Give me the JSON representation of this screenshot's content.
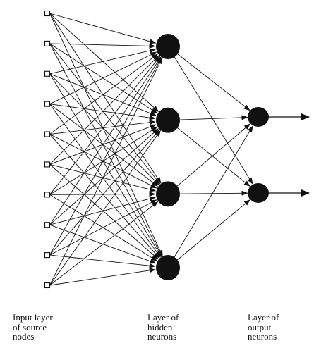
{
  "network": {
    "layers": [
      {
        "role": "input",
        "node_count": 10
      },
      {
        "role": "hidden",
        "node_count": 4
      },
      {
        "role": "output",
        "node_count": 2
      }
    ],
    "connectivity": "fully-connected"
  },
  "captions": {
    "input": {
      "lines": [
        "Input layer",
        "of source",
        "nodes"
      ]
    },
    "hidden": {
      "lines": [
        "Layer of",
        "hidden",
        "neurons"
      ]
    },
    "output": {
      "lines": [
        "Layer of",
        "output",
        "neurons"
      ]
    }
  },
  "colors": {
    "ink": "#111111",
    "background": "#ffffff"
  }
}
